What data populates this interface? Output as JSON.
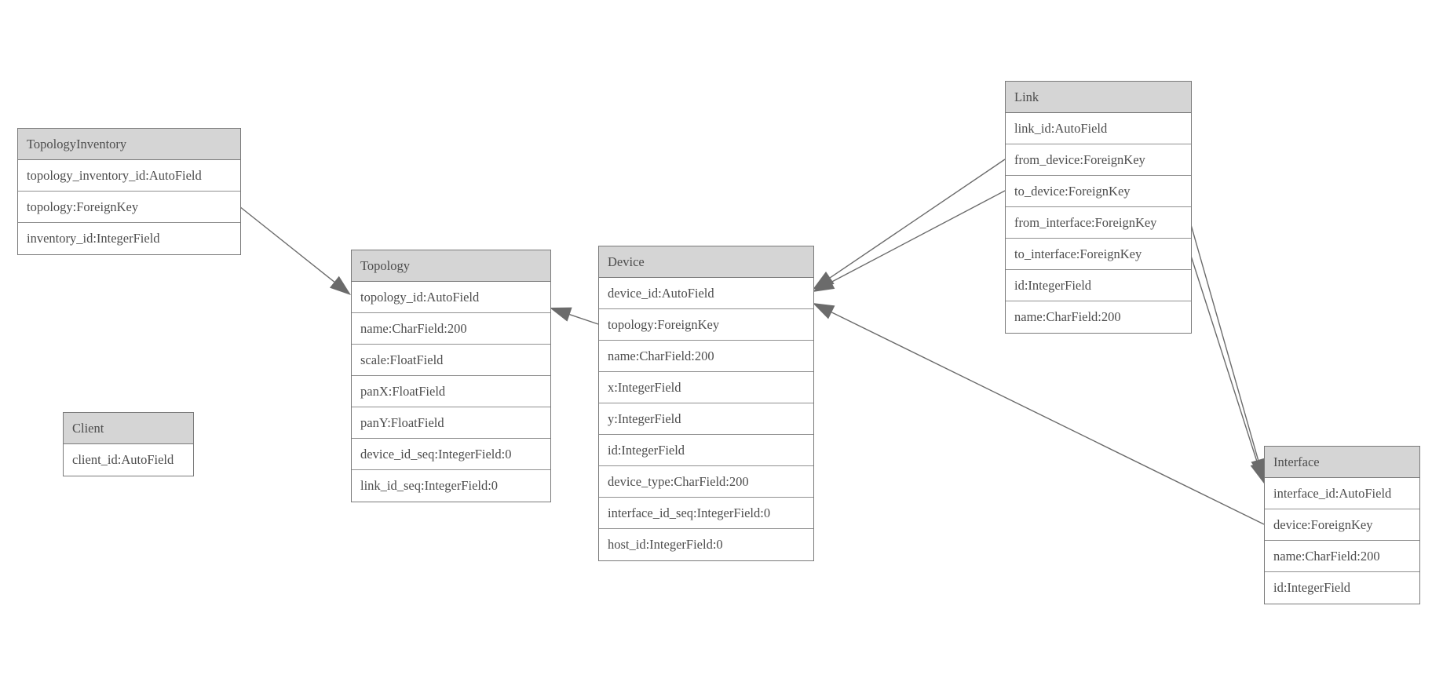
{
  "diagram": {
    "background": "#ffffff",
    "colors": {
      "header_fill": "#d5d5d5",
      "table_fill": "#ffffff",
      "border": "#7a7a7a",
      "row_divider": "#909090",
      "text": "#4d4d4d",
      "connector": "#6b6b6b"
    },
    "tables": [
      {
        "id": "topologyinventory",
        "name": "TopologyInventory",
        "fields": [
          "topology_inventory_id:AutoField",
          "topology:ForeignKey",
          "inventory_id:IntegerField"
        ]
      },
      {
        "id": "topology",
        "name": "Topology",
        "fields": [
          "topology_id:AutoField",
          "name:CharField:200",
          "scale:FloatField",
          "panX:FloatField",
          "panY:FloatField",
          "device_id_seq:IntegerField:0",
          "link_id_seq:IntegerField:0"
        ]
      },
      {
        "id": "client",
        "name": "Client",
        "fields": [
          "client_id:AutoField"
        ]
      },
      {
        "id": "device",
        "name": "Device",
        "fields": [
          "device_id:AutoField",
          "topology:ForeignKey",
          "name:CharField:200",
          "x:IntegerField",
          "y:IntegerField",
          "id:IntegerField",
          "device_type:CharField:200",
          "interface_id_seq:IntegerField:0",
          "host_id:IntegerField:0"
        ]
      },
      {
        "id": "link",
        "name": "Link",
        "fields": [
          "link_id:AutoField",
          "from_device:ForeignKey",
          "to_device:ForeignKey",
          "from_interface:ForeignKey",
          "to_interface:ForeignKey",
          "id:IntegerField",
          "name:CharField:200"
        ]
      },
      {
        "id": "interface",
        "name": "Interface",
        "fields": [
          "interface_id:AutoField",
          "device:ForeignKey",
          "name:CharField:200",
          "id:IntegerField"
        ]
      }
    ],
    "relationships": [
      {
        "from_table": "TopologyInventory",
        "from_field": "topology",
        "to_table": "Topology"
      },
      {
        "from_table": "Device",
        "from_field": "topology",
        "to_table": "Topology"
      },
      {
        "from_table": "Link",
        "from_field": "from_device",
        "to_table": "Device"
      },
      {
        "from_table": "Link",
        "from_field": "to_device",
        "to_table": "Device"
      },
      {
        "from_table": "Link",
        "from_field": "from_interface",
        "to_table": "Interface"
      },
      {
        "from_table": "Link",
        "from_field": "to_interface",
        "to_table": "Interface"
      },
      {
        "from_table": "Interface",
        "from_field": "device",
        "to_table": "Device"
      }
    ]
  }
}
